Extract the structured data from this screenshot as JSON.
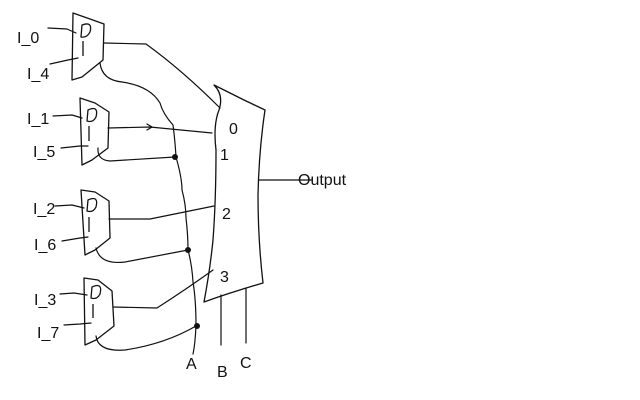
{
  "diagram": {
    "small_muxes": [
      {
        "inputs": [
          "I_0",
          "I_4"
        ]
      },
      {
        "inputs": [
          "I_1",
          "I_5"
        ]
      },
      {
        "inputs": [
          "I_2",
          "I_6"
        ]
      },
      {
        "inputs": [
          "I_3",
          "I_7"
        ]
      }
    ],
    "main_mux": {
      "inputs": [
        "0",
        "1",
        "2",
        "3"
      ],
      "output_label": "Output"
    },
    "select_lines": [
      "A",
      "B",
      "C"
    ]
  }
}
